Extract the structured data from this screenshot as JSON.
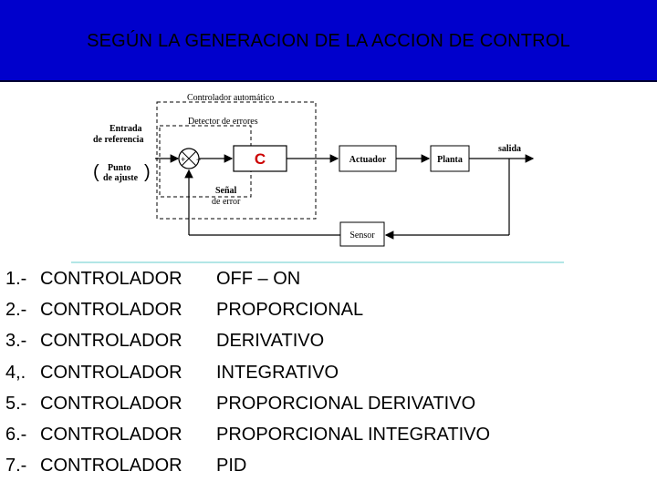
{
  "slide": {
    "title": "SEGÚN LA GENERACION DE LA ACCION DE CONTROL"
  },
  "diagram": {
    "controller_label": "Controlador automático",
    "detector_label": "Detector de errores",
    "input_label_line1": "Entrada",
    "input_label_line2": "de referencia",
    "setpoint_line1": "Punto",
    "setpoint_line2": "de ajuste",
    "error_label_line1": "Señal",
    "error_label_line2": "de error",
    "c_block": "C",
    "actuator": "Actuador",
    "plant": "Planta",
    "output": "salida",
    "sensor": "Sensor",
    "plus_sign": "+",
    "minus_sign": "−",
    "colors": {
      "c_block": "#cc0000",
      "title_bar": "#0000cc",
      "separator": "#66cccc"
    }
  },
  "items": [
    {
      "num": "1.-",
      "kw": "CONTROLADOR",
      "type": "OFF – ON"
    },
    {
      "num": "2.-",
      "kw": "CONTROLADOR",
      "type": "PROPORCIONAL"
    },
    {
      "num": "3.-",
      "kw": "CONTROLADOR",
      "type": "DERIVATIVO"
    },
    {
      "num": "4,.",
      "kw": "CONTROLADOR",
      "type": "INTEGRATIVO"
    },
    {
      "num": "5.-",
      "kw": "CONTROLADOR",
      "type": "PROPORCIONAL DERIVATIVO"
    },
    {
      "num": "6.-",
      "kw": "CONTROLADOR",
      "type": "PROPORCIONAL INTEGRATIVO"
    },
    {
      "num": "7.-",
      "kw": "CONTROLADOR",
      "type": "PID"
    }
  ]
}
